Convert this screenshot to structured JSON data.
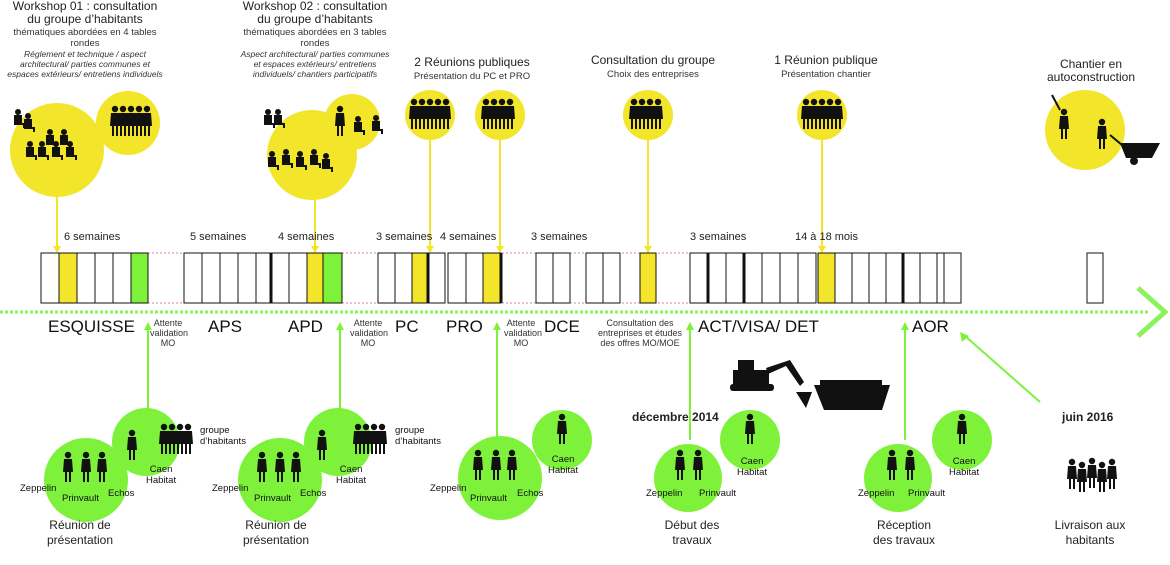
{
  "colors": {
    "yellow": "#f2e52a",
    "green": "#7ef23b",
    "pink_dashed": "#e27db8",
    "timeline_dot": "#8cf25c",
    "black": "#111111"
  },
  "workshops": [
    {
      "title_line1": "Workshop 01 : consultation",
      "title_line2": "du groupe d’habitants",
      "sub_line1": "thématiques abordées en 4 tables",
      "sub_line2": "rondes",
      "ital_line1": "Réglement et technique / aspect",
      "ital_line2": "architectural/ parties communes et",
      "ital_line3": "espaces extérieurs/ entretiens individuels"
    },
    {
      "title_line1": "Workshop 02 : consultation",
      "title_line2": "du groupe d’habitants",
      "sub_line1": "thématiques abordées en 3 tables",
      "sub_line2": "rondes",
      "ital_line1": "Aspect architectural/ parties communes",
      "ital_line2": "et espaces extérieurs/ entretiens",
      "ital_line3": "individuels/ chantiers participatifs"
    }
  ],
  "public_meetings": {
    "title": "2 Réunions publiques",
    "sub": "Présentation du PC et PRO"
  },
  "group_consultation": {
    "title": "Consultation du groupe",
    "sub": "Choix des entreprises"
  },
  "public_meeting_site": {
    "title": "1 Réunion publique",
    "sub": "Présentation chantier"
  },
  "self_build": {
    "line1": "Chantier en",
    "line2": "autoconstruction"
  },
  "durations": [
    "6 semaines",
    "5 semaines",
    "4 semaines",
    "3 semaines",
    "4 semaines",
    "3 semaines",
    "3 semaines",
    "14 à 18 mois"
  ],
  "phases": [
    "ESQUISSE",
    "APS",
    "APD",
    "PC",
    "PRO",
    "DCE",
    "ACT/VISA/ DET",
    "AOR"
  ],
  "validations": [
    {
      "line1": "Attente",
      "line2": "validation",
      "line3": "MO"
    },
    {
      "line1": "Attente",
      "line2": "validation",
      "line3": "MO"
    },
    {
      "line1": "Attente",
      "line2": "validation",
      "line3": "MO"
    }
  ],
  "consultation_offers": {
    "line1": "Consultation des",
    "line2": "entreprises et études",
    "line3": "des offres MO/MOE"
  },
  "milestones": {
    "dec": "décembre 2014",
    "jun": "juin 2016"
  },
  "meetings": [
    {
      "caption1": "Réunion de",
      "caption2": "présentation",
      "zeppelin": "Zeppelin",
      "prinvault": "Prinvault",
      "echos": "Echos",
      "caen1": "Caen",
      "caen2": "Habitat",
      "groupe1": "groupe",
      "groupe2": "d’habitants"
    },
    {
      "caption1": "Réunion de",
      "caption2": "présentation",
      "zeppelin": "Zeppelin",
      "prinvault": "Prinvault",
      "echos": "Echos",
      "caen1": "Caen",
      "caen2": "Habitat",
      "groupe1": "groupe",
      "groupe2": "d’habitants"
    },
    {
      "zeppelin": "Zeppelin",
      "prinvault": "Prinvault",
      "echos": "Echos",
      "caen1": "Caen",
      "caen2": "Habitat"
    },
    {
      "caption1": "Début des",
      "caption2": "travaux",
      "zeppelin": "Zeppelin",
      "prinvault": "Prinvault",
      "caen1": "Caen",
      "caen2": "Habitat"
    },
    {
      "caption1": "Réception",
      "caption2": "des travaux",
      "zeppelin": "Zeppelin",
      "prinvault": "Prinvault",
      "caen1": "Caen",
      "caen2": "Habitat"
    }
  ],
  "delivery": {
    "line1": "Livraison aux",
    "line2": "habitants"
  }
}
